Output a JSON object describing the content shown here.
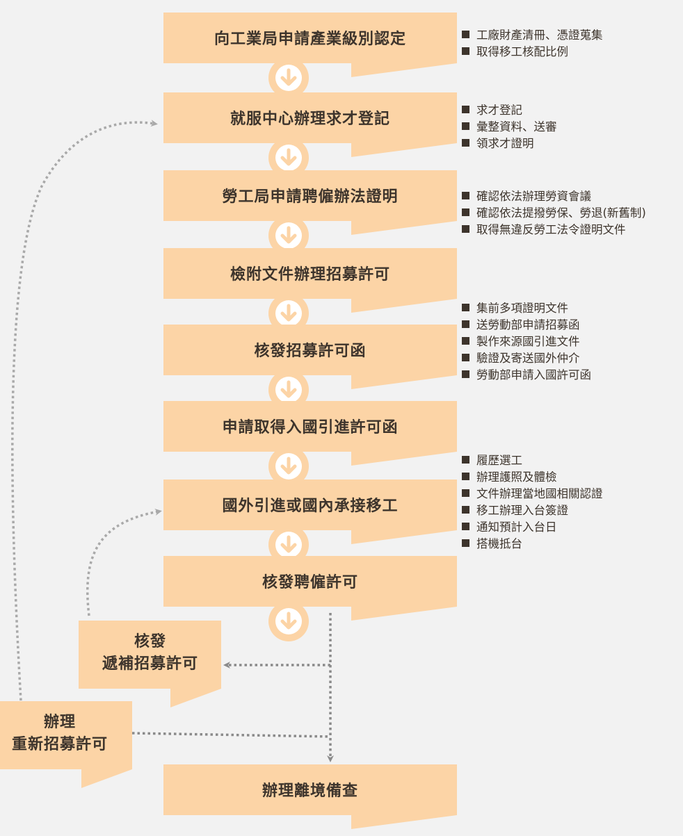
{
  "steps": [
    {
      "label": "向工業局申請產業級別認定",
      "notes": [
        "工廠財產清冊、憑證蒐集",
        "取得移工核配比例"
      ]
    },
    {
      "label": "就服中心辦理求才登記",
      "notes": [
        "求才登記",
        "彙整資料、送審",
        "領求才證明"
      ]
    },
    {
      "label": "勞工局申請聘僱辦法證明",
      "notes": [
        "確認依法辦理勞資會議",
        "確認依法提撥勞保、勞退(新舊制)",
        "取得無違反勞工法令證明文件"
      ]
    },
    {
      "label": "檢附文件辦理招募許可",
      "notes": []
    },
    {
      "label": "核發招募許可函",
      "notes": [
        "集前多項證明文件",
        "送勞動部申請招募函",
        "製作來源國引進文件",
        "驗證及寄送國外仲介",
        "勞動部申請入國許可函"
      ]
    },
    {
      "label": "申請取得入國引進許可函",
      "notes": []
    },
    {
      "label": "國外引進或國內承接移工",
      "notes": [
        "履歷選工",
        "辦理護照及體檢",
        "文件辦理當地國相關認證",
        "移工辦理入台簽證",
        "通知預計入台日",
        "搭機抵台"
      ]
    },
    {
      "label": "核發聘僱許可",
      "notes": []
    },
    {
      "label": "辦理離境備查",
      "notes": []
    }
  ],
  "side_boxes": {
    "replacement": {
      "line1": "核發",
      "line2": "遞補招募許可"
    },
    "rerecruit": {
      "line1": "辦理",
      "line2": "重新招募許可"
    }
  },
  "colors": {
    "box": "#fcd4a6",
    "background": "#f2f2f2",
    "text": "#3d342c",
    "connector": "#a9a9a9"
  }
}
